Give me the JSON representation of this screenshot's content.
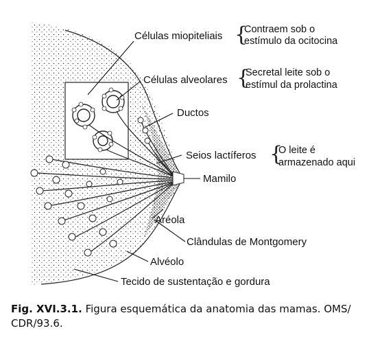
{
  "labels": {
    "celulas_mio": "Células miopiteliais",
    "mio_note_1": "Contraem sob o",
    "mio_note_2": "estímulo da ocitocina",
    "celulas_alv": "Células alveolares",
    "alv_note_1": "Secretal leite sob o",
    "alv_note_2": "estímul da prolactina",
    "ductos": "Ductos",
    "seios": "Seios lactíferos",
    "seios_note_1": "O leite é",
    "seios_note_2": "armazenado aqui",
    "mamilo": "Mamilo",
    "areola": "Aréola",
    "glandulas": "Clândulas de Montgomery",
    "alveolo": "Alvéolo",
    "tecido": "Tecido de sustentação e gordura"
  },
  "caption": {
    "fig": "Fig. XVI.3.1.",
    "text": "Figura esquemática da anatomia das mamas. OMS/ CDR/93.6."
  }
}
